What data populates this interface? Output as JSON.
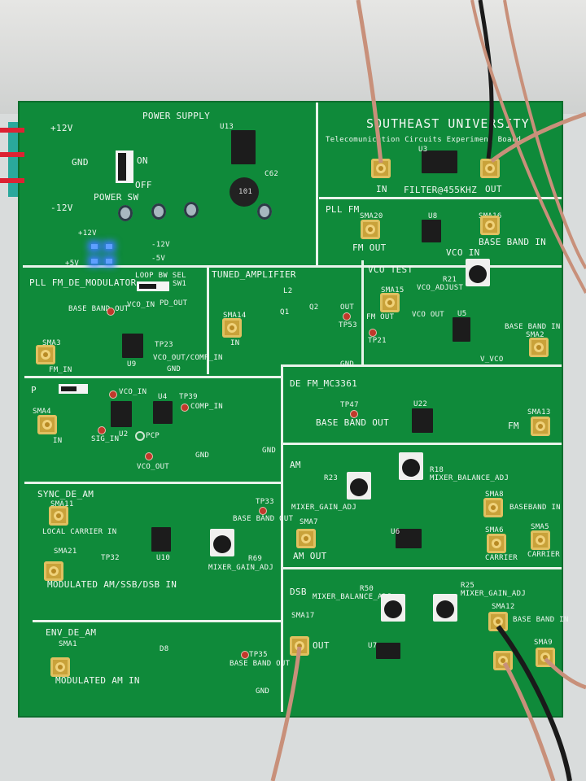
{
  "scene": {
    "board_color": "#0f8a3a",
    "silkscreen_color": "#f2f7f2",
    "cable_color": "#c8907a"
  },
  "header": {
    "university": "SOUTHEAST UNIVERSITY",
    "subtitle": "Telecomunication Circuits Experiment Board"
  },
  "power_supply": {
    "title": "POWER SUPPLY",
    "terminals": [
      "+12V",
      "GND",
      "-12V"
    ],
    "switch_on": "ON",
    "switch_off": "OFF",
    "switch_label": "POWER SW",
    "regulator": "U13",
    "inductor": "101",
    "cap": "C62",
    "rails": [
      "+12V",
      "-12V",
      "+5V",
      "-5V"
    ]
  },
  "filter": {
    "in": "IN",
    "out": "OUT",
    "label": "FILTER@455KHZ",
    "ic": "U3"
  },
  "pll_fm": {
    "title": "PLL FM",
    "sma_out": "SMA20",
    "fm_out": "FM OUT",
    "vco_in": "VCO IN",
    "baseband_in": "BASE BAND IN",
    "sma_in": "SMA16",
    "ic": "U8"
  },
  "pll_demod": {
    "title": "PLL FM_DE_MODULATOR",
    "loop_bw": "LOOP BW SEL",
    "sw": "SW1",
    "baseband_out": "BASE BAND OUT",
    "sma": "SMA3",
    "fm_in": "FM_IN",
    "vco_in": "VCO_IN",
    "pd_out": "PD_OUT",
    "vco_out": "VCO_OUT/COMP_IN",
    "gnd": "GND",
    "ic": "U9",
    "tp": "TP23"
  },
  "tuned_amp": {
    "title": "TUNED_AMPLIFIER",
    "sma": "SMA14",
    "in": "IN",
    "out": "OUT",
    "tp": "TP53",
    "gnd": "GND",
    "q1": "Q1",
    "q2": "Q2",
    "l": "L2"
  },
  "vco_test": {
    "title": "VCO TEST",
    "sma_out": "SMA15",
    "fm_out": "FM OUT",
    "pot": "R21",
    "adjust": "VCO_ADJUST",
    "vco_out": "VCO OUT",
    "baseband_in": "BASE BAND IN",
    "sma_in": "SMA2",
    "v_vco": "V_VCO",
    "ic": "U5",
    "tp": "TP21"
  },
  "pll2": {
    "title": "P",
    "sma": "SMA4",
    "in": "IN",
    "vco_in": "VCO_IN",
    "comp_in": "COMP_IN",
    "u4": "U4",
    "u2": "U2",
    "sig_in": "SIG_IN",
    "pcp": "PCP",
    "vco_out": "VCO_OUT",
    "gnd": "GND",
    "tp_comp": "TP39"
  },
  "de_fm": {
    "title": "DE FM_MC3361",
    "tp": "TP47",
    "baseband_out": "BASE BAND OUT",
    "ic": "U22",
    "fm": "FM",
    "sma": "SMA13",
    "gnd": "GND"
  },
  "am": {
    "title": "AM",
    "r23": "R23",
    "r18": "R18",
    "balance": "MIXER_BALANCE_ADJ",
    "gain": "MIXER_GAIN_ADJ",
    "sma8": "SMA8",
    "baseband_in": "BASEBAND IN",
    "sma7": "SMA7",
    "am_out": "AM OUT",
    "sma6": "SMA6",
    "carrier": "CARRIER",
    "sma5": "SMA5",
    "carrier2": "CARRIER",
    "ic": "U6"
  },
  "sync_de_am": {
    "title": "SYNC_DE_AM",
    "sma11": "SMA11",
    "local_carrier": "LOCAL CARRIER IN",
    "sma21": "SMA21",
    "modulated": "MODULATED AM/SSB/DSB IN",
    "tp33": "TP33",
    "baseband_out": "BASE BAND OUT",
    "r69": "R69",
    "gain": "MIXER_GAIN_ADJ",
    "ic": "U10",
    "tp32": "TP32"
  },
  "env_de_am": {
    "title": "ENV_DE_AM",
    "sma1": "SMA1",
    "modulated": "MODULATED AM IN",
    "tp35": "TP35",
    "baseband_out": "BASE BAND OUT",
    "gnd": "GND",
    "d8": "D8"
  },
  "dsb": {
    "title": "DSB",
    "r50": "R50",
    "balance": "MIXER_BALANCE_ADJ",
    "r25": "R25",
    "gain": "MIXER_GAIN_ADJ",
    "sma17": "SMA17",
    "out": "OUT",
    "sma12": "SMA12",
    "baseband_in": "BASE BAND IN",
    "sma9": "SMA9",
    "ic": "U7"
  }
}
